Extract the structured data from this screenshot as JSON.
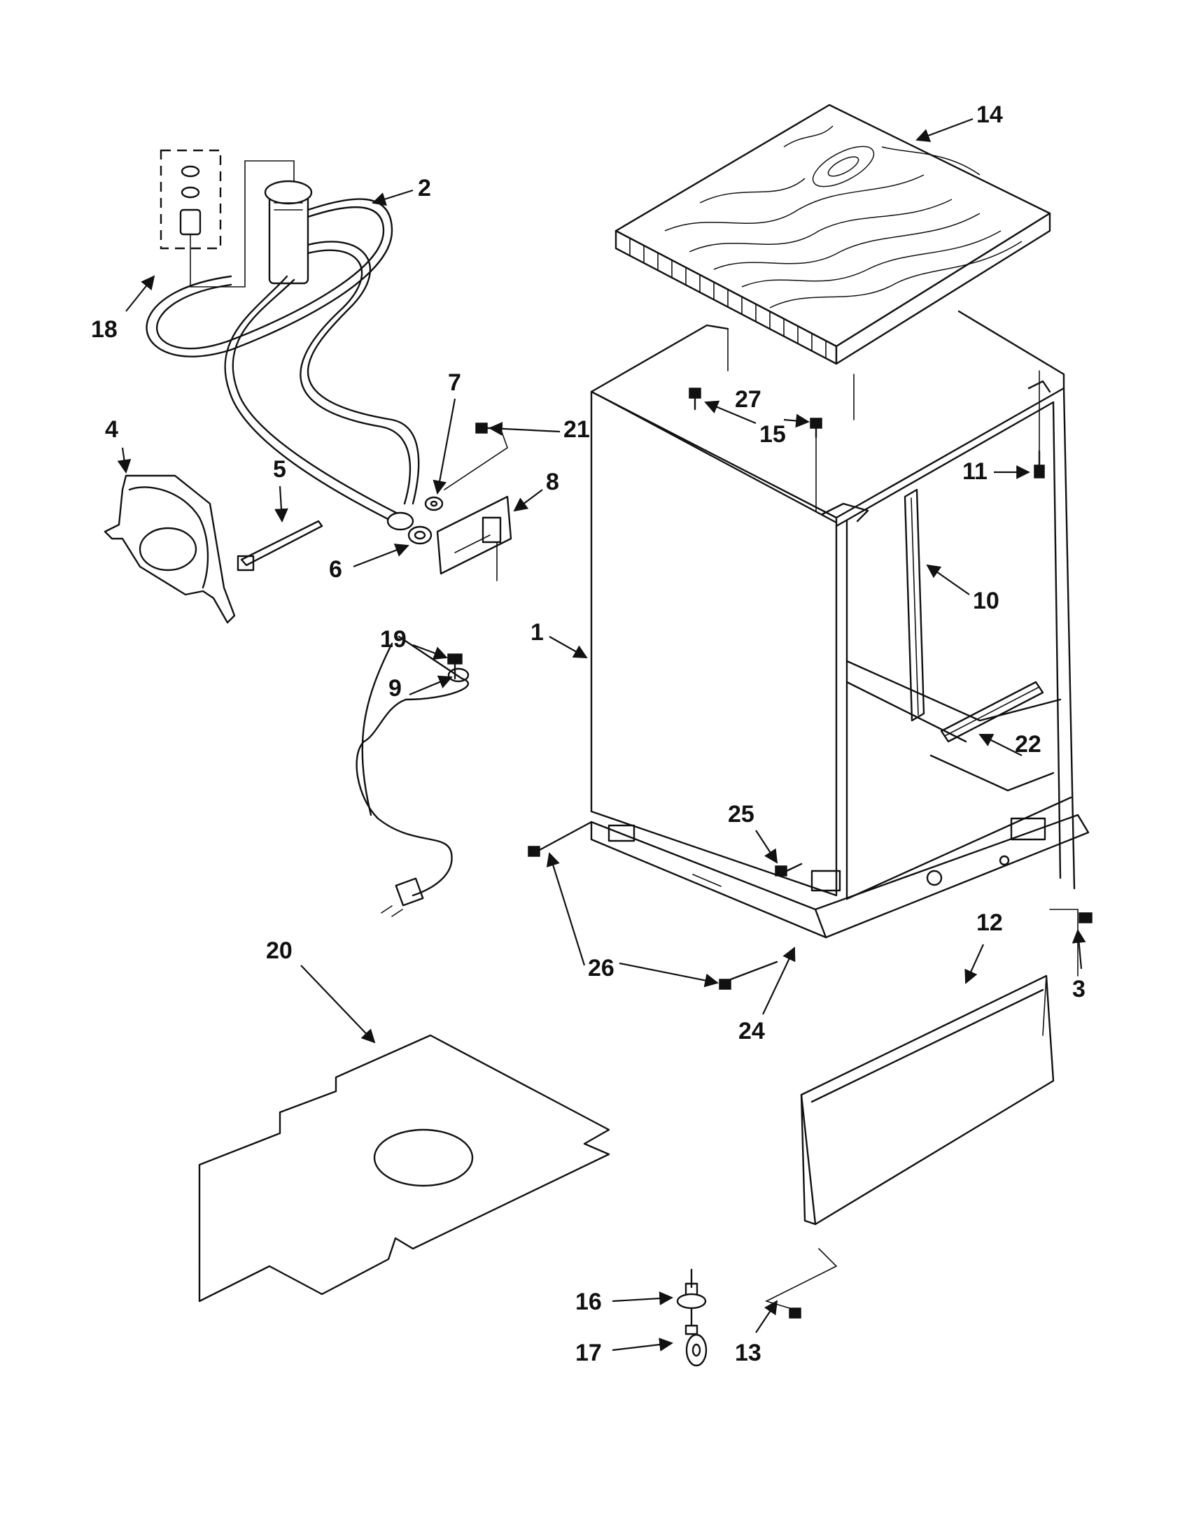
{
  "callouts": [
    {
      "id": "c1",
      "label": "1"
    },
    {
      "id": "c2",
      "label": "2"
    },
    {
      "id": "c3",
      "label": "3"
    },
    {
      "id": "c4",
      "label": "4"
    },
    {
      "id": "c5",
      "label": "5"
    },
    {
      "id": "c6",
      "label": "6"
    },
    {
      "id": "c7",
      "label": "7"
    },
    {
      "id": "c8",
      "label": "8"
    },
    {
      "id": "c9",
      "label": "9"
    },
    {
      "id": "c10",
      "label": "10"
    },
    {
      "id": "c11",
      "label": "11"
    },
    {
      "id": "c12",
      "label": "12"
    },
    {
      "id": "c13",
      "label": "13"
    },
    {
      "id": "c14",
      "label": "14"
    },
    {
      "id": "c15",
      "label": "15"
    },
    {
      "id": "c16",
      "label": "16"
    },
    {
      "id": "c17",
      "label": "17"
    },
    {
      "id": "c18",
      "label": "18"
    },
    {
      "id": "c19",
      "label": "19"
    },
    {
      "id": "c20",
      "label": "20"
    },
    {
      "id": "c21",
      "label": "21"
    },
    {
      "id": "c22",
      "label": "22"
    },
    {
      "id": "c24",
      "label": "24"
    },
    {
      "id": "c25",
      "label": "25"
    },
    {
      "id": "c26",
      "label": "26"
    },
    {
      "id": "c27",
      "label": "27"
    }
  ]
}
